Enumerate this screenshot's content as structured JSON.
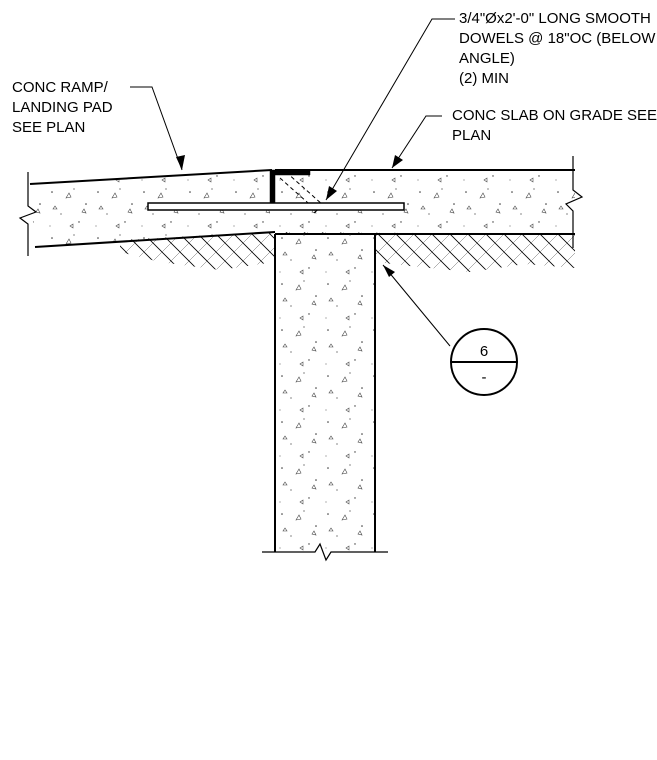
{
  "notes": {
    "dowel": {
      "line1": "3/4\"Øx2'-0\" LONG SMOOTH",
      "line2": "DOWELS @ 18\"OC (BELOW",
      "line3": "ANGLE)",
      "line4": "(2) MIN"
    },
    "ramp": {
      "line1": "CONC RAMP/",
      "line2": "LANDING PAD",
      "line3": "SEE PLAN"
    },
    "slab": {
      "line1": "CONC SLAB ON GRADE SEE",
      "line2": "PLAN"
    }
  },
  "section_marker": {
    "detail_number": "6",
    "sheet_number": "-"
  }
}
